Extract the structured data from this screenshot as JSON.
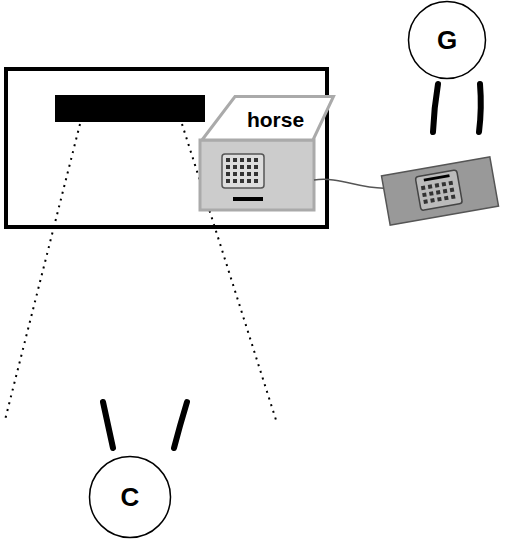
{
  "diagram": {
    "nodes": [
      {
        "text": [
          "G"
        ]
      },
      {
        "text": [
          "horse"
        ]
      },
      {
        "text": [
          "C"
        ]
      }
    ]
  }
}
